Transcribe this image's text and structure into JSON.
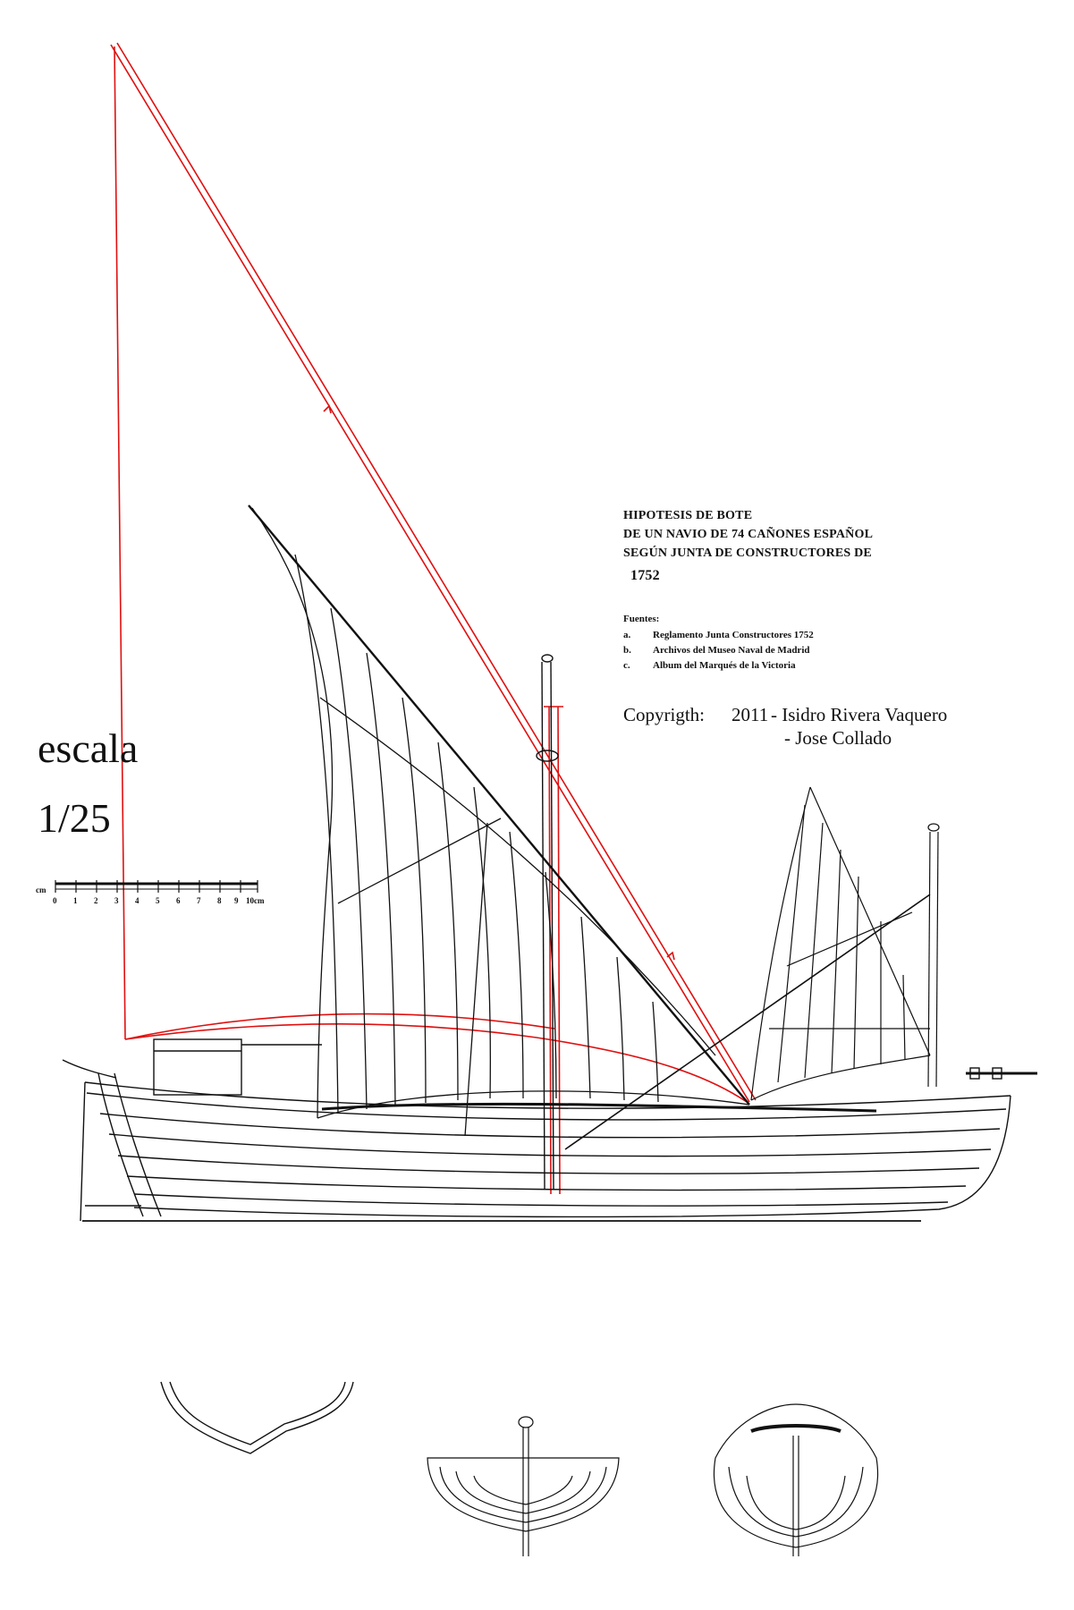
{
  "title": {
    "line1": "HIPOTESIS DE BOTE",
    "line2": "DE UN NAVIO DE 74 CAÑONES ESPAÑOL",
    "line3": "SEGÚN JUNTA DE CONSTRUCTORES DE",
    "year": "1752"
  },
  "sources": {
    "heading": "Fuentes:",
    "items": [
      {
        "marker": "a.",
        "text": "Reglamento Junta Constructores 1752"
      },
      {
        "marker": "b.",
        "text": "Archivos del Museo Naval de Madrid"
      },
      {
        "marker": "c.",
        "text": "Album del Marqués de la Victoria"
      }
    ]
  },
  "copyright": {
    "label": "Copyrigth:",
    "year": "2011",
    "author1": "- Isidro Rivera Vaquero",
    "author2": "- Jose Collado"
  },
  "scale": {
    "word": "escala",
    "ratio": "1/25",
    "unit_left": "cm",
    "unit_right": "10cm",
    "ticks": [
      "0",
      "1",
      "2",
      "3",
      "4",
      "5",
      "6",
      "7",
      "8",
      "9"
    ]
  },
  "colors": {
    "ink": "#111111",
    "red_rig": "#e01010",
    "paper": "#ffffff"
  }
}
